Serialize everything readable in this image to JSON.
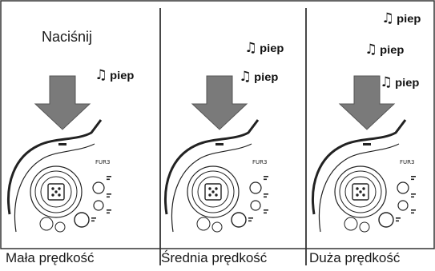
{
  "instruction": "Naciśnij",
  "beep_symbol": "♫",
  "beep_word": "piep",
  "panels": [
    {
      "caption": "Mała prędkość",
      "beep_count": 1
    },
    {
      "caption": "Średnia prędkość",
      "beep_count": 2
    },
    {
      "caption": "Duża prędkość",
      "beep_count": 3
    }
  ],
  "device": {
    "label": "FUR3"
  },
  "colors": {
    "arrow": "#7a7a7a",
    "line": "#222222",
    "background": "#ffffff"
  }
}
